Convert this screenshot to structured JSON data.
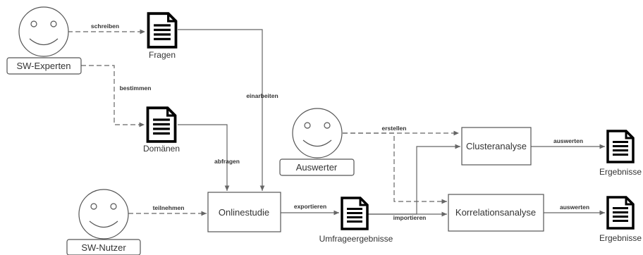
{
  "actors": {
    "sw_experten": "SW-Experten",
    "sw_nutzer": "SW-Nutzer",
    "auswerter": "Auswerter"
  },
  "processes": {
    "onlinestudie": "Onlinestudie",
    "clusteranalyse": "Clusteranalyse",
    "korrelationsanalyse": "Korrelationsanalyse"
  },
  "documents": {
    "fragen": "Fragen",
    "domaenen": "Domänen",
    "umfrageergebnisse": "Umfrageergebnisse",
    "ergebnisse_1": "Ergebnisse",
    "ergebnisse_2": "Ergebnisse"
  },
  "edges": {
    "schreiben": "schreiben",
    "bestimmen": "bestimmen",
    "einarbeiten": "einarbeiten",
    "abfragen": "abfragen",
    "teilnehmen": "teilnehmen",
    "exportieren": "exportieren",
    "importieren": "importieren",
    "erstellen": "erstellen",
    "auswerten_1": "auswerten",
    "auswerten_2": "auswerten"
  },
  "colors": {
    "line": "#666666",
    "stroke": "#555555",
    "text": "#333333",
    "doc_fill": "#000000"
  },
  "icons": {
    "actor": "smiley-face-icon",
    "document": "document-icon"
  }
}
